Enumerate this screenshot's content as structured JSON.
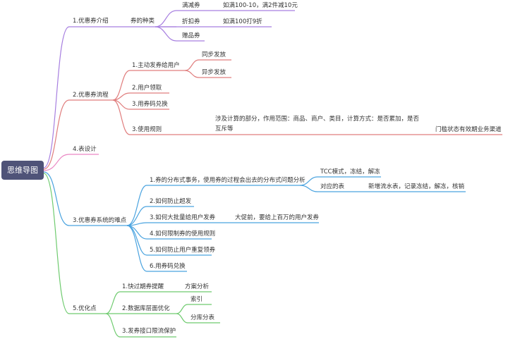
{
  "root": "思维导图",
  "colors": {
    "root_fill": "#4f5378",
    "branch_purple": "#a77fe0",
    "branch_red": "#e07d7d",
    "branch_pink": "#ea86c3",
    "branch_blue": "#4aa3df",
    "branch_green": "#6fcb6f"
  },
  "branches": {
    "coupon_intro": {
      "label": "1.优惠券介绍",
      "types": {
        "label": "券的种类",
        "full_reduction": {
          "label": "满减券",
          "note": "如满100-10，满2件减10元"
        },
        "discount": {
          "label": "折扣券",
          "note": "如满100打9折"
        },
        "gift": {
          "label": "赠品券"
        }
      }
    },
    "coupon_flow": {
      "label": "2.优惠券流程",
      "active_issue": {
        "label": "1.主动发券给用户",
        "sync": "同步发放",
        "async": "异步发放"
      },
      "user_claim": "2.用户领取",
      "code_redeem": "3.用券码兑换",
      "usage_rules": {
        "label": "3.使用规则",
        "note": "涉及计算的部分，作用范围：商品、商户、类目，计算方式：是否累加，是否互斥等",
        "extra": "门槛状态有效期业务渠道"
      }
    },
    "table_design": {
      "label": "4.表设计"
    },
    "difficulties": {
      "label": "3.优惠券系统的难点",
      "distributed_tx": {
        "label": "1.券的分布式事务，使用券的过程会出去的分布式问题分析",
        "tcc": "TCC模式，冻结，解冻",
        "table": "对应的表",
        "table_note": "新增流水表，记录冻结，解冻，核销"
      },
      "over_issue": "2.如何防止超发",
      "bulk_issue": {
        "label": "3.如何大批量给用户发券",
        "note": "大促前，要给上百万的用户发券"
      },
      "limit_rules": "4.如何限制券的使用规则",
      "repeat_claim": "5.如何防止用户重复领券",
      "code_redeem": "6.用券码兑换"
    },
    "optimization": {
      "label": "5.优化点",
      "expiry_remind": {
        "label": "1.快过期券提醒",
        "note": "方案分析"
      },
      "db_opt": {
        "label": "2.数据库层面优化",
        "index": "索引",
        "sharding": "分库分表"
      },
      "rate_limit": "3.发券接口限流保护"
    }
  }
}
